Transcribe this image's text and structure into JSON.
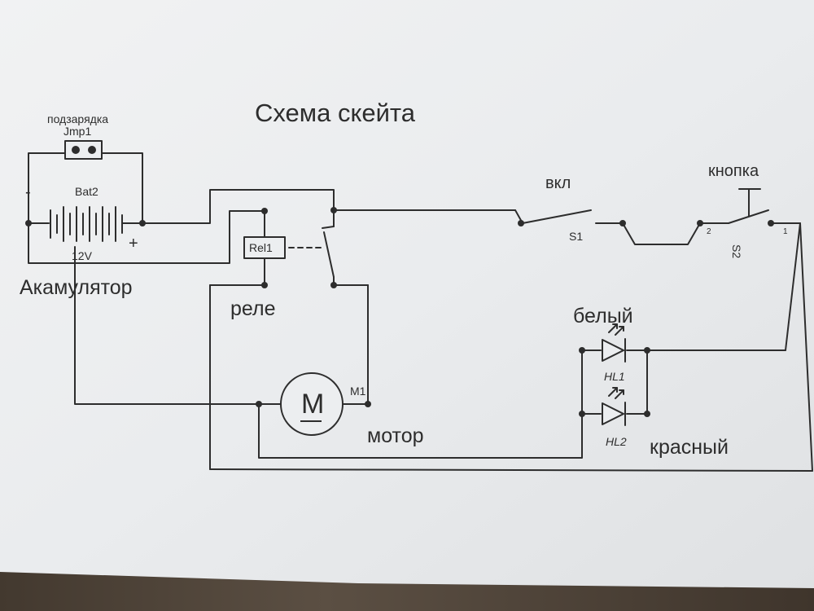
{
  "title": "Схема скейта",
  "labels": {
    "charge_top": "подзарядка",
    "jumper_ref": "Jmp1",
    "battery_ref": "Bat2",
    "battery_minus": "-",
    "battery_plus": "+",
    "battery_voltage": "12V",
    "battery_name": "Акамулятор",
    "relay_ref": "Rel1",
    "relay_name": "реле",
    "motor_symbol": "M",
    "motor_ref": "M1",
    "motor_name": "мотор",
    "switch_name": "вкл",
    "switch_ref": "S1",
    "button_name": "кнопка",
    "button_ref": "S2",
    "pin_2": "2",
    "pin_1": "1",
    "led_white_name": "белый",
    "led_white_ref": "HL1",
    "led_red_name": "красный",
    "led_red_ref": "HL2"
  },
  "colors": {
    "paper": "#eceef0",
    "ink": "#2d2d2d",
    "background": "#4a3f35"
  }
}
